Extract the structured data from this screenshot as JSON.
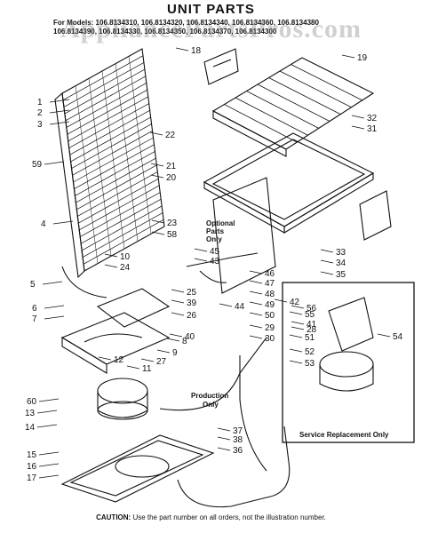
{
  "header": {
    "title": "UNIT PARTS",
    "models_line1": "For Models: 106.8134310, 106.8134320, 106.8134340, 106.8134360, 106.8134380",
    "models_line2": "106.8134390, 106.8134330, 106.8134350, 106.8134370, 106.8134300"
  },
  "watermark": "AppliancePartsPros.com",
  "notes": {
    "optional_1": "Optional",
    "optional_2": "Parts",
    "optional_3": "Only",
    "production_1": "Production",
    "production_2": "Only",
    "service": "Service Replacement Only"
  },
  "labels": [
    "1",
    "2",
    "3",
    "59",
    "4",
    "5",
    "6",
    "7",
    "60",
    "13",
    "14",
    "15",
    "16",
    "17",
    "10",
    "24",
    "12",
    "11",
    "27",
    "9",
    "8",
    "40",
    "18",
    "19",
    "22",
    "21",
    "20",
    "23",
    "58",
    "45",
    "43",
    "25",
    "39",
    "26",
    "44",
    "46",
    "47",
    "48",
    "49",
    "50",
    "29",
    "30",
    "33",
    "34",
    "35",
    "32",
    "31",
    "37",
    "38",
    "36",
    "42",
    "55",
    "51",
    "52",
    "53",
    "54",
    "28",
    "41",
    "56"
  ],
  "footer": {
    "caution_label": "CAUTION:",
    "caution_text": "Use the part number on all orders, not the illustration number."
  }
}
